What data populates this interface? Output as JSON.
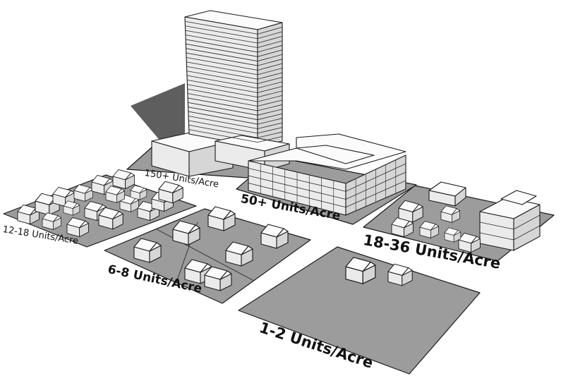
{
  "zones": [
    {
      "id": "highrise",
      "label": "150+ Units/Acre"
    },
    {
      "id": "midrise",
      "label": "50+ Units/Acre"
    },
    {
      "id": "townhomes",
      "label": "12-18 Units/Acre"
    },
    {
      "id": "mixed",
      "label": "18-36 Units/Acre"
    },
    {
      "id": "smalllot",
      "label": "6-8 Units/Acre"
    },
    {
      "id": "largelot",
      "label": "1-2 Units/Acre"
    }
  ]
}
